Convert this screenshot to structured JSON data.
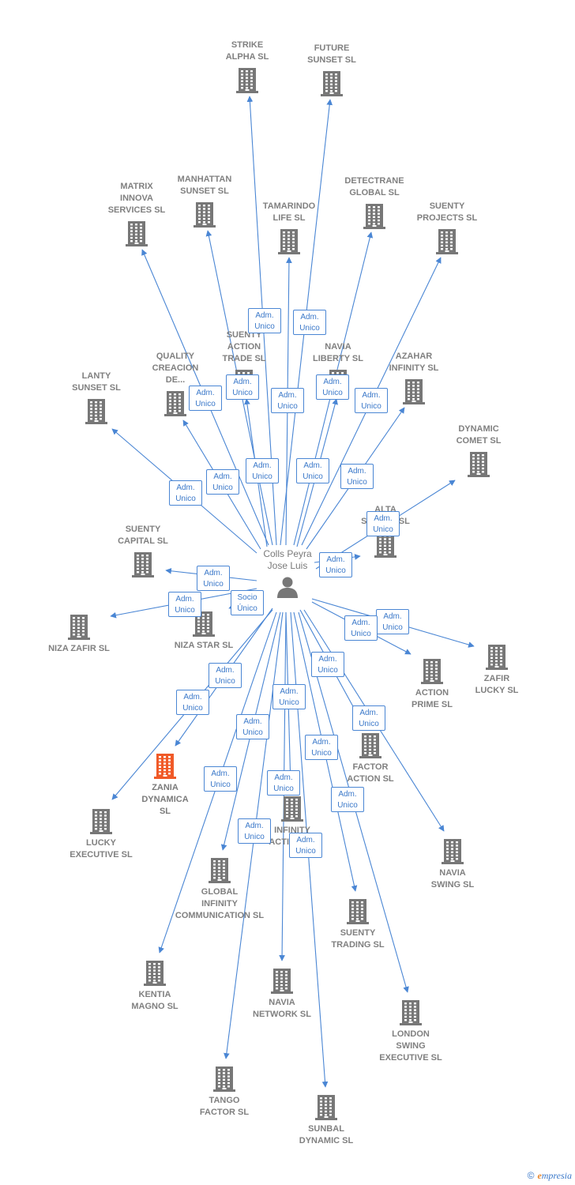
{
  "person": {
    "name": "Colls Peyra\nJose Luis",
    "icon": "person-icon"
  },
  "colors": {
    "building": "#777777",
    "highlight": "#f05a28",
    "edge": "#4a86d4",
    "badge_text": "#3a78c9"
  },
  "nodes": [
    {
      "id": "strike",
      "label": "STRIKE\nALPHA SL"
    },
    {
      "id": "future",
      "label": "FUTURE\nSUNSET SL"
    },
    {
      "id": "matrix",
      "label": "MATRIX\nINNOVA\nSERVICES SL"
    },
    {
      "id": "manhattan",
      "label": "MANHATTAN\nSUNSET SL"
    },
    {
      "id": "tamarindo",
      "label": "TAMARINDO\nLIFE SL"
    },
    {
      "id": "detectrane",
      "label": "DETECTRANE\nGLOBAL  SL"
    },
    {
      "id": "suentyproj",
      "label": "SUENTY\nPROJECTS SL"
    },
    {
      "id": "quality",
      "label": "QUALITY\nCREACION\nDE..."
    },
    {
      "id": "suentyaction",
      "label": "SUENTY\nACTION\nTRADE SL"
    },
    {
      "id": "navialib",
      "label": "NAVIA\nLIBERTY SL"
    },
    {
      "id": "azahar",
      "label": "AZAHAR\nINFINITY SL"
    },
    {
      "id": "lanty",
      "label": "LANTY\nSUNSET SL"
    },
    {
      "id": "dynamic",
      "label": "DYNAMIC\nCOMET SL"
    },
    {
      "id": "alta",
      "label": "ALTA\nSUNSET SL"
    },
    {
      "id": "suentycap",
      "label": "SUENTY\nCAPITAL SL"
    },
    {
      "id": "nizazafir",
      "label": "NIZA ZAFIR SL"
    },
    {
      "id": "nizastar",
      "label": "NIZA STAR SL"
    },
    {
      "id": "actionprime",
      "label": "ACTION\nPRIME SL"
    },
    {
      "id": "zafirlucky",
      "label": "ZAFIR\nLUCKY SL"
    },
    {
      "id": "zania",
      "label": "ZANIA\nDYNAMICA\nSL",
      "highlight": true
    },
    {
      "id": "factor",
      "label": "FACTOR\nACTION SL"
    },
    {
      "id": "lucky",
      "label": "LUCKY\nEXECUTIVE SL"
    },
    {
      "id": "infinity",
      "label": "INFINITY\nACTION SL"
    },
    {
      "id": "naviaswing",
      "label": "NAVIA\nSWING SL"
    },
    {
      "id": "global",
      "label": "GLOBAL\nINFINITY\nCOMMUNICATION SL"
    },
    {
      "id": "suentytrad",
      "label": "SUENTY\nTRADING SL"
    },
    {
      "id": "kentia",
      "label": "KENTIA\nMAGNO SL"
    },
    {
      "id": "navianet",
      "label": "NAVIA\nNETWORK SL"
    },
    {
      "id": "london",
      "label": "LONDON\nSWING\nEXECUTIVE SL"
    },
    {
      "id": "tango",
      "label": "TANGO\nFACTOR SL"
    },
    {
      "id": "sunbal",
      "label": "SUNBAL\nDYNAMIC SL"
    }
  ],
  "badges": [
    "Adm.\nUnico",
    "Adm.\nUnico",
    "Adm.\nUnico",
    "Adm.\nUnico",
    "Adm.\nUnico",
    "Adm.\nUnico",
    "Adm.\nUnico",
    "Adm.\nUnico",
    "Adm.\nUnico",
    "Adm.\nUnico",
    "Adm.\nUnico",
    "Adm.\nUnico",
    "Adm.\nUnico",
    "Adm.\nUnico",
    "Adm.\nUnico",
    "Socio\nÚnico",
    "Adm.\nUnico",
    "Adm.\nUnico",
    "Adm.\nUnico",
    "Adm.\nUnico",
    "Adm.\nUnico",
    "Adm.\nUnico",
    "Adm.\nUnico",
    "Adm.\nUnico",
    "Adm.\nUnico",
    "Adm.\nUnico",
    "Adm.\nUnico",
    "Adm.\nUnico",
    "Adm.\nUnico",
    "Adm.\nUnico",
    "Adm.\nUnico",
    "Adm.\nUnico"
  ],
  "footer": {
    "copyright": "©",
    "brand_initial": "e",
    "brand_rest": "mpresia"
  }
}
